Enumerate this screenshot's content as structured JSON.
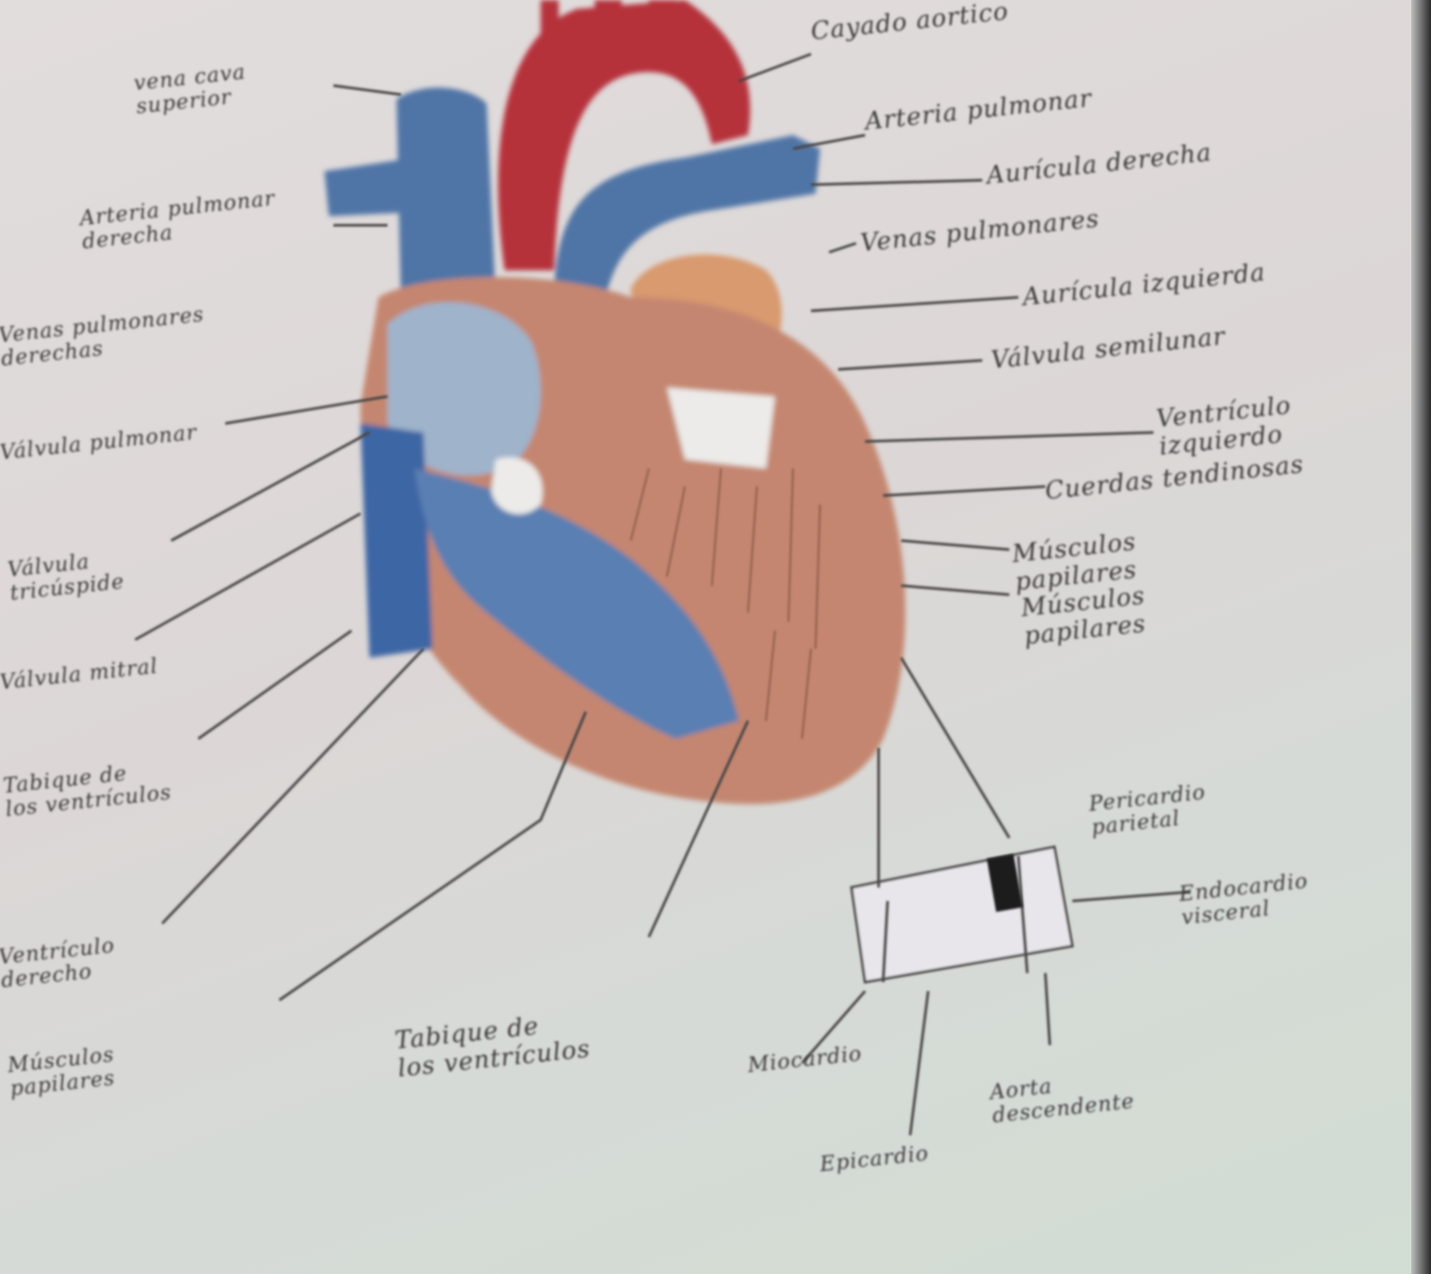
{
  "labels": {
    "cayado_aortico": "Cayado aortico",
    "vena_cava_superior": "vena cava\nsuperior",
    "arteria_pulmonar": "Arteria pulmonar",
    "arteria_pulmonar_derecha": "Arteria pulmonar\nderecha",
    "aurícula_derecha_izq": "Aurícula derecha",
    "venas_pulmonares_der": "Venas pulmonares\nderechas",
    "venas_pulmonares_izq": "Venas pulmonares",
    "auricula_izquierda": "Aurícula izquierda",
    "valvula_semilunar": "Válvula semilunar",
    "valvula_pulmonar": "Válvula pulmonar",
    "valvula_tricuspide": "Válvula\ntricúspide",
    "valvula_mitral": "Válvula mitral",
    "ventriculo_izquierdo": "Ventrículo\nizquierdo",
    "cuerdas_tendinosas": "Cuerdas tendinosas",
    "musculos_papilares": "Músculos\npapilares",
    "ventriculo_derecho": "Ventrículo\nderecho",
    "tabique": "Tabique de\nlos ventrículos",
    "pericardio": "Pericardio\nparietal",
    "endocardio": "Endocardio\nvisceral",
    "miocardio": "Miocardio",
    "epicardio": "Epicardio",
    "musculos_papilares_2": "Músculos\npapilares",
    "aorta_descendente": "Aorta\ndescendente"
  },
  "colors": {
    "red": "#b5303a",
    "blue": "#4f74a6",
    "light_blue": "#9fb3cb",
    "orange": "#d89a6e",
    "muscle": "#c48670",
    "ink": "#3b3838"
  }
}
